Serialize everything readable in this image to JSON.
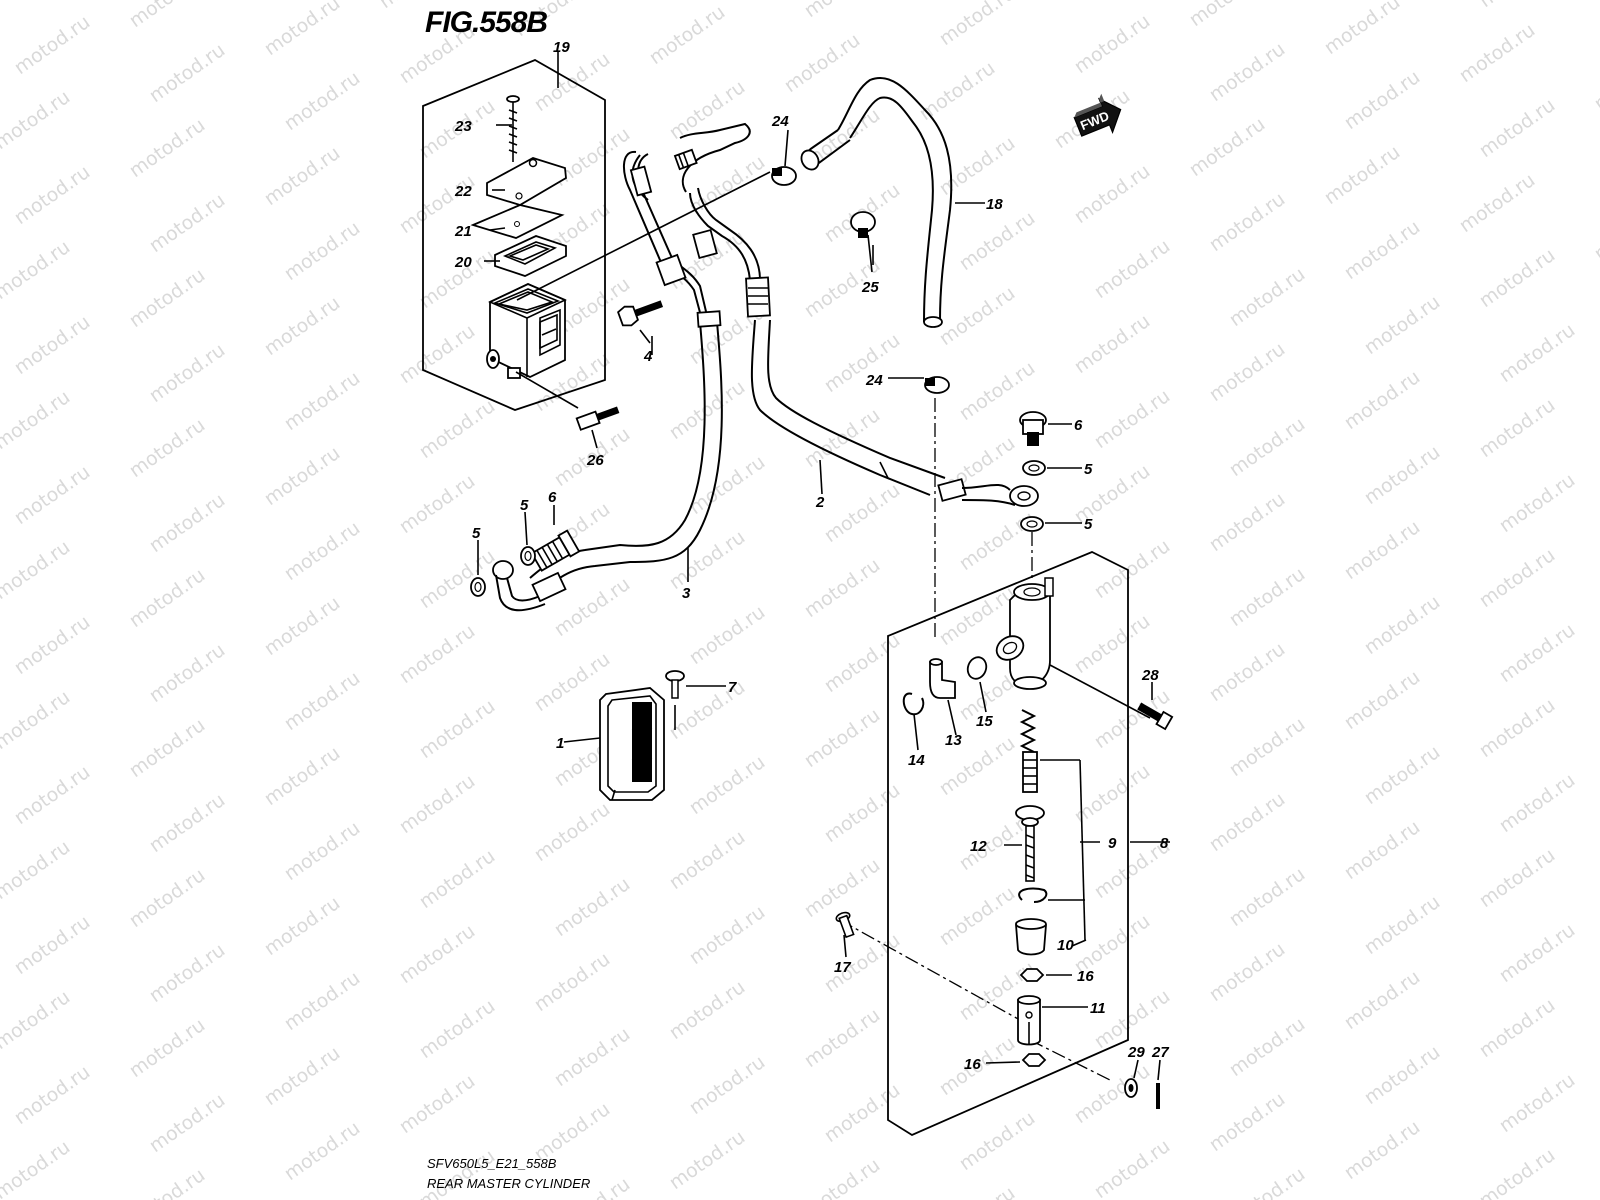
{
  "figure": {
    "title": "FIG.558B",
    "model_code": "SFV650L5_E21_558B",
    "caption": "REAR MASTER CYLINDER",
    "fwd_label": "FWD",
    "watermark": "motod.ru"
  },
  "callouts": [
    {
      "id": "c1",
      "label": "1"
    },
    {
      "id": "c2",
      "label": "2"
    },
    {
      "id": "c3",
      "label": "3"
    },
    {
      "id": "c4",
      "label": "4"
    },
    {
      "id": "c5a",
      "label": "5"
    },
    {
      "id": "c5b",
      "label": "5"
    },
    {
      "id": "c5c",
      "label": "5"
    },
    {
      "id": "c5d",
      "label": "5"
    },
    {
      "id": "c6a",
      "label": "6"
    },
    {
      "id": "c6b",
      "label": "6"
    },
    {
      "id": "c7",
      "label": "7"
    },
    {
      "id": "c8",
      "label": "8"
    },
    {
      "id": "c9",
      "label": "9"
    },
    {
      "id": "c10",
      "label": "10"
    },
    {
      "id": "c11",
      "label": "11"
    },
    {
      "id": "c12",
      "label": "12"
    },
    {
      "id": "c13",
      "label": "13"
    },
    {
      "id": "c14",
      "label": "14"
    },
    {
      "id": "c15",
      "label": "15"
    },
    {
      "id": "c16a",
      "label": "16"
    },
    {
      "id": "c16b",
      "label": "16"
    },
    {
      "id": "c17",
      "label": "17"
    },
    {
      "id": "c18",
      "label": "18"
    },
    {
      "id": "c19",
      "label": "19"
    },
    {
      "id": "c20",
      "label": "20"
    },
    {
      "id": "c21",
      "label": "21"
    },
    {
      "id": "c22",
      "label": "22"
    },
    {
      "id": "c23",
      "label": "23"
    },
    {
      "id": "c24a",
      "label": "24"
    },
    {
      "id": "c24b",
      "label": "24"
    },
    {
      "id": "c25",
      "label": "25"
    },
    {
      "id": "c26",
      "label": "26"
    },
    {
      "id": "c27",
      "label": "27"
    },
    {
      "id": "c28",
      "label": "28"
    },
    {
      "id": "c29",
      "label": "29"
    }
  ]
}
